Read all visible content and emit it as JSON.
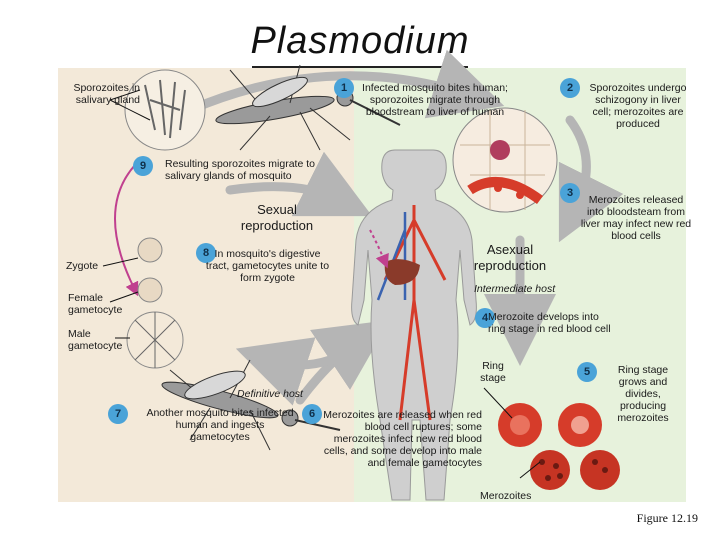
{
  "title": "Plasmodium",
  "figure_caption": "Figure 12.19",
  "colors": {
    "definitive_bg": "#f3e9d9",
    "intermediate_bg": "#e7f2dc",
    "step_circle": "#4aa3d8",
    "arrow": "#b5b5b5",
    "blood": "#d63c2a"
  },
  "labels": {
    "sporozoites_in_salivary_gland": "Sporozoites in salivary gland",
    "step1_text": "Infected mosquito bites human; sporozoites migrate through bloodstream to liver of human",
    "step2_text": "Sporozoites undergo schizogony in liver cell; merozoites are produced",
    "step3_text": "Merozoites released into bloodsteam from liver may infect new red blood cells",
    "step4_text": "Merozoite develops into ring stage in red blood cell",
    "step5_text": "Ring stage grows and divides, producing merozoites",
    "step6_text": "Merozoites are released when red blood cell ruptures; some merozoites infect new red blood cells, and some develop into male and female gametocytes",
    "step7_text": "Another mosquito bites infected human and ingests gametocytes",
    "step8_text": "In mosquito's digestive tract, gametocytes unite to form zygote",
    "step9_text": "Resulting sporozoites migrate to salivary glands of mosquito",
    "sexual_reproduction": "Sexual reproduction",
    "asexual_reproduction": "Asexual reproduction",
    "intermediate_host": "Intermediate host",
    "definitive_host": "Definitive host",
    "zygote": "Zygote",
    "female_gametocyte": "Female gametocyte",
    "male_gametocyte": "Male gametocyte",
    "ring_stage": "Ring stage",
    "merozoites": "Merozoites"
  },
  "steps": [
    "1",
    "2",
    "3",
    "4",
    "5",
    "6",
    "7",
    "8",
    "9"
  ]
}
